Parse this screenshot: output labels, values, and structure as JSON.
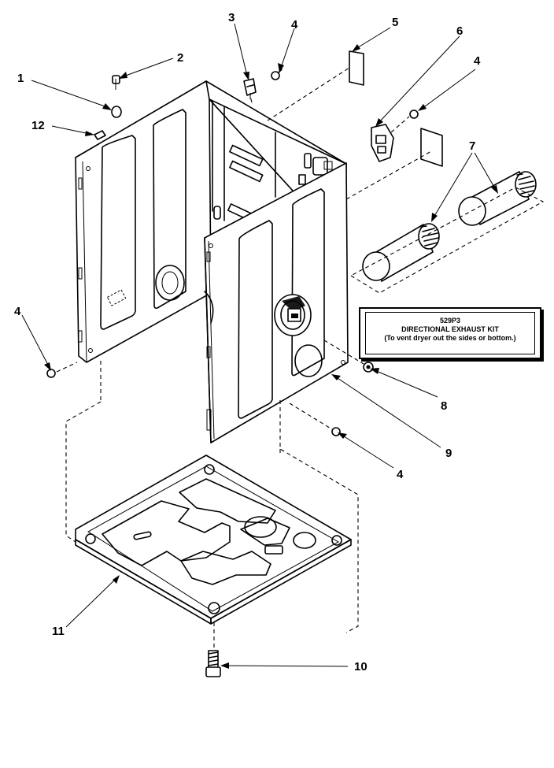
{
  "callouts": {
    "c1": "1",
    "c2": "2",
    "c3": "3",
    "c4a": "4",
    "c4b": "4",
    "c4c": "4",
    "c4d": "4",
    "c5": "5",
    "c6": "6",
    "c7": "7",
    "c8": "8",
    "c9": "9",
    "c10": "10",
    "c11": "11",
    "c12": "12"
  },
  "kit": {
    "part_number": "529P3",
    "title": "DIRECTIONAL EXHAUST KIT",
    "note": "(To vent dryer out the sides or bottom.)"
  }
}
